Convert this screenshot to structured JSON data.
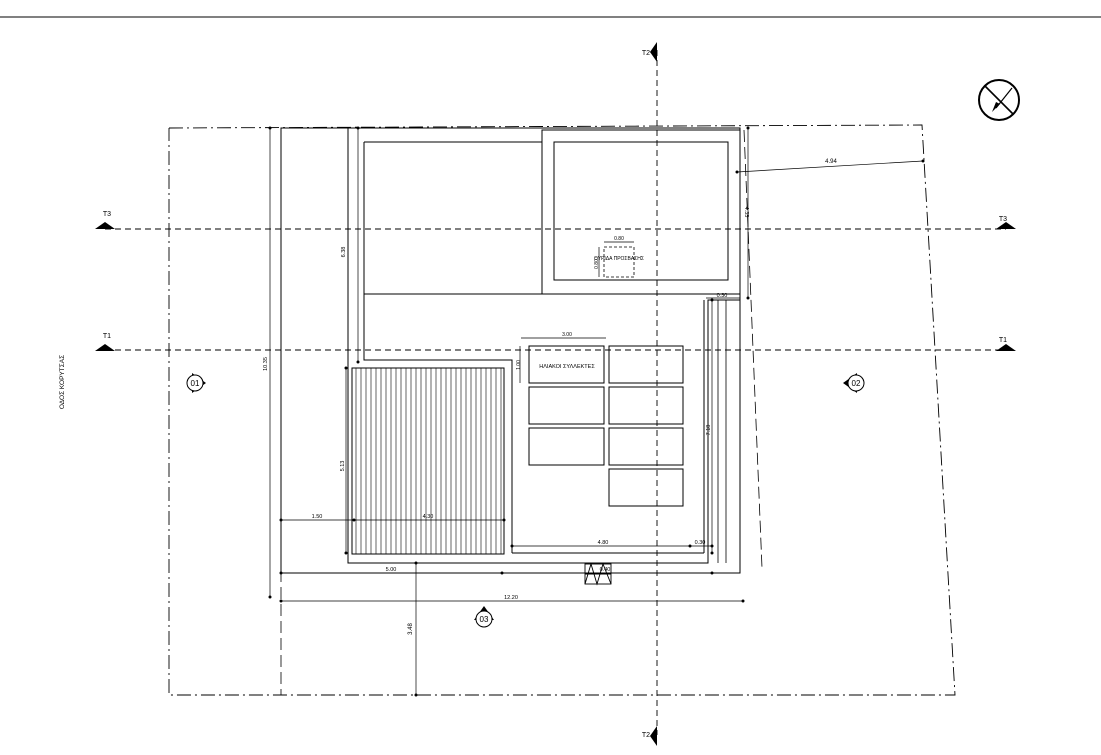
{
  "street_label": "ΟΔΟΣ ΚΟΡΥΤΣΑΣ",
  "sections": {
    "t1": "T1",
    "t2": "T2",
    "t3": "T3"
  },
  "elevation_markers": {
    "e01": "01",
    "e02": "02",
    "e03": "03"
  },
  "hatch": {
    "label": "ΘΥΡΙΔΑ ΠΡΟΣΒΑΣΗΣ",
    "width": "0.80",
    "height": "0.80"
  },
  "solar_panels": {
    "label": "ΗΛΙΑΚΟΙ ΣΥΛΛΕΚΤΕΣ",
    "width": "3.00",
    "height": "1.00"
  },
  "dimensions": {
    "d_494": "4.94",
    "d_435": "4.35",
    "d_030_top": "0.30",
    "d_638": "6.38",
    "d_1035": "10.35",
    "d_513": "5.13",
    "d_718": "7.18",
    "d_150": "1.50",
    "d_430": "4.30",
    "d_480": "4.80",
    "d_030_bottom": "0.30",
    "d_500": "5.00",
    "d_040": "0.40",
    "d_1220": "12.20",
    "d_348": "3.48"
  },
  "colors": {
    "line": "#000000",
    "background": "#ffffff"
  },
  "icons": {
    "north_arrow": "north-arrow-icon",
    "stair": "stair-symbol-icon"
  }
}
